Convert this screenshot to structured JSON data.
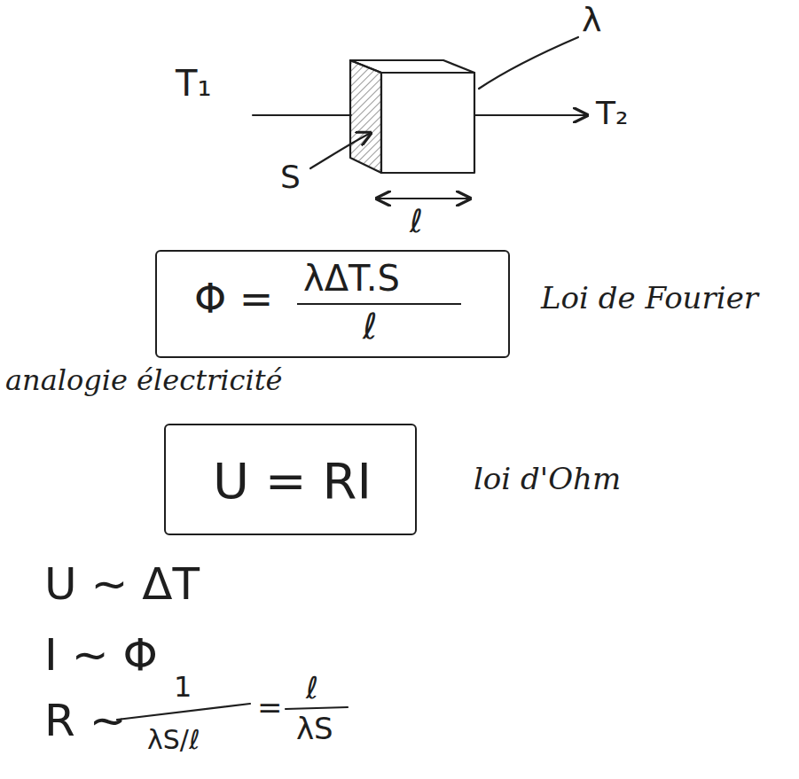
{
  "diagram": {
    "nodes": [
      {
        "text": [
          "Φ =",
          "λΔT.S",
          "ℓ"
        ]
      },
      {
        "text": [
          "U = RI"
        ]
      }
    ],
    "labels": [
      "T₁",
      "T₂",
      "λ",
      "S",
      "ℓ",
      "Loi de Fourier",
      "analogie électricité",
      "loi d'Ohm",
      "U ∼ ΔT",
      "I ∼ Φ",
      "R ∼",
      "1",
      "λS/ℓ",
      "=",
      "ℓ",
      "λS"
    ]
  }
}
